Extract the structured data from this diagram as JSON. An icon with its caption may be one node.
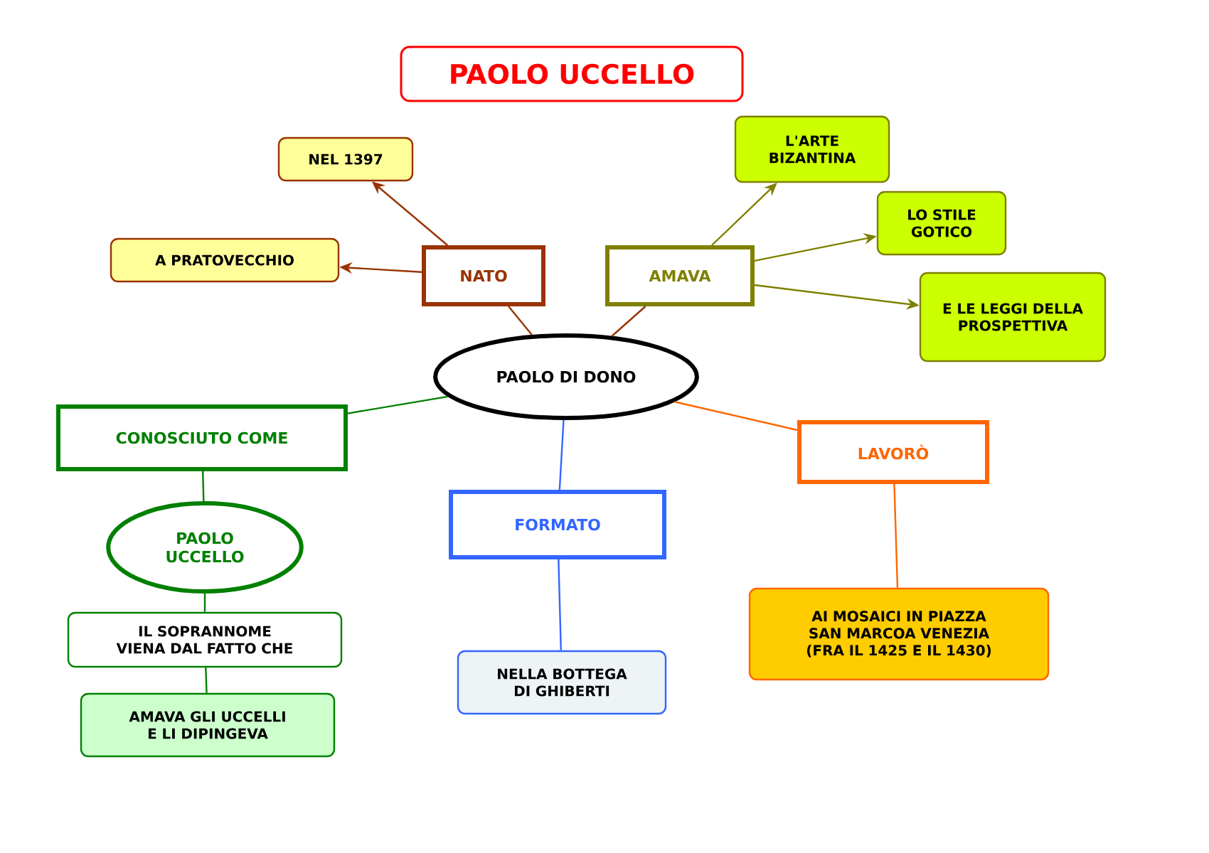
{
  "diagram": {
    "title": "PAOLO UCCELLO",
    "nodes": [
      {
        "text": [
          "PAOLO DI DONO"
        ]
      },
      {
        "text": [
          "NATO"
        ]
      },
      {
        "text": [
          "NEL 1397"
        ]
      },
      {
        "text": [
          "A PRATOVECCHIO"
        ]
      },
      {
        "text": [
          "AMAVA"
        ]
      },
      {
        "text": [
          "L'ARTE BIZANTINA"
        ]
      },
      {
        "text": [
          "LO STILE GOTICO"
        ]
      },
      {
        "text": [
          "E LE LEGGI DELLA PROSPETTIVA"
        ]
      },
      {
        "text": [
          "CONOSCIUTO COME"
        ]
      },
      {
        "text": [
          "PAOLO UCCELLO"
        ]
      },
      {
        "text": [
          "IL SOPRANNOME VIENA DAL FATTO CHE"
        ]
      },
      {
        "text": [
          "AMAVA GLI UCCELLI E LI DIPINGEVA"
        ]
      },
      {
        "text": [
          "FORMATO"
        ]
      },
      {
        "text": [
          "NELLA BOTTEGA DI GHIBERTI"
        ]
      },
      {
        "text": [
          "LAVORÒ"
        ]
      },
      {
        "text": [
          "AI MOSAICI IN PIAZZA SAN MARCOA VENEZIA (FRA IL 1425 E IL 1430)"
        ]
      }
    ],
    "edges": [
      {
        "from": 0,
        "to": 1,
        "arrow": "none",
        "color": "#993300"
      },
      {
        "from": 1,
        "to": 2,
        "arrow": "to",
        "color": "#993300"
      },
      {
        "from": 1,
        "to": 3,
        "arrow": "to",
        "color": "#993300"
      },
      {
        "from": 0,
        "to": 4,
        "arrow": "none",
        "color": "#993300"
      },
      {
        "from": 4,
        "to": 5,
        "arrow": "to",
        "color": "#808000"
      },
      {
        "from": 4,
        "to": 6,
        "arrow": "to",
        "color": "#808000"
      },
      {
        "from": 4,
        "to": 7,
        "arrow": "to",
        "color": "#808000"
      },
      {
        "from": 0,
        "to": 8,
        "arrow": "none",
        "color": "#008000"
      },
      {
        "from": 8,
        "to": 9,
        "arrow": "none",
        "color": "#008000"
      },
      {
        "from": 9,
        "to": 10,
        "arrow": "none",
        "color": "#008000"
      },
      {
        "from": 10,
        "to": 11,
        "arrow": "none",
        "color": "#008000"
      },
      {
        "from": 0,
        "to": 12,
        "arrow": "none",
        "color": "#3366ff"
      },
      {
        "from": 12,
        "to": 13,
        "arrow": "none",
        "color": "#3366ff"
      },
      {
        "from": 0,
        "to": 14,
        "arrow": "none",
        "color": "#ff6600"
      },
      {
        "from": 14,
        "to": 15,
        "arrow": "none",
        "color": "#ff6600"
      }
    ]
  }
}
